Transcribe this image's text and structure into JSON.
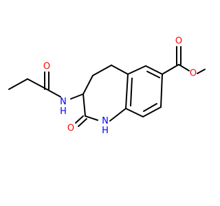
{
  "colors": {
    "bond": "#000000",
    "oxygen": "#ff0000",
    "nitrogen": "#0000ff",
    "background": "#ffffff"
  },
  "atoms": {
    "o_amide_side": "O",
    "nh_side": "N\nH",
    "o_ring": "O",
    "nh_ring": "N\nH",
    "o_ester_carbonyl": "O",
    "o_ester_ether": "O"
  }
}
